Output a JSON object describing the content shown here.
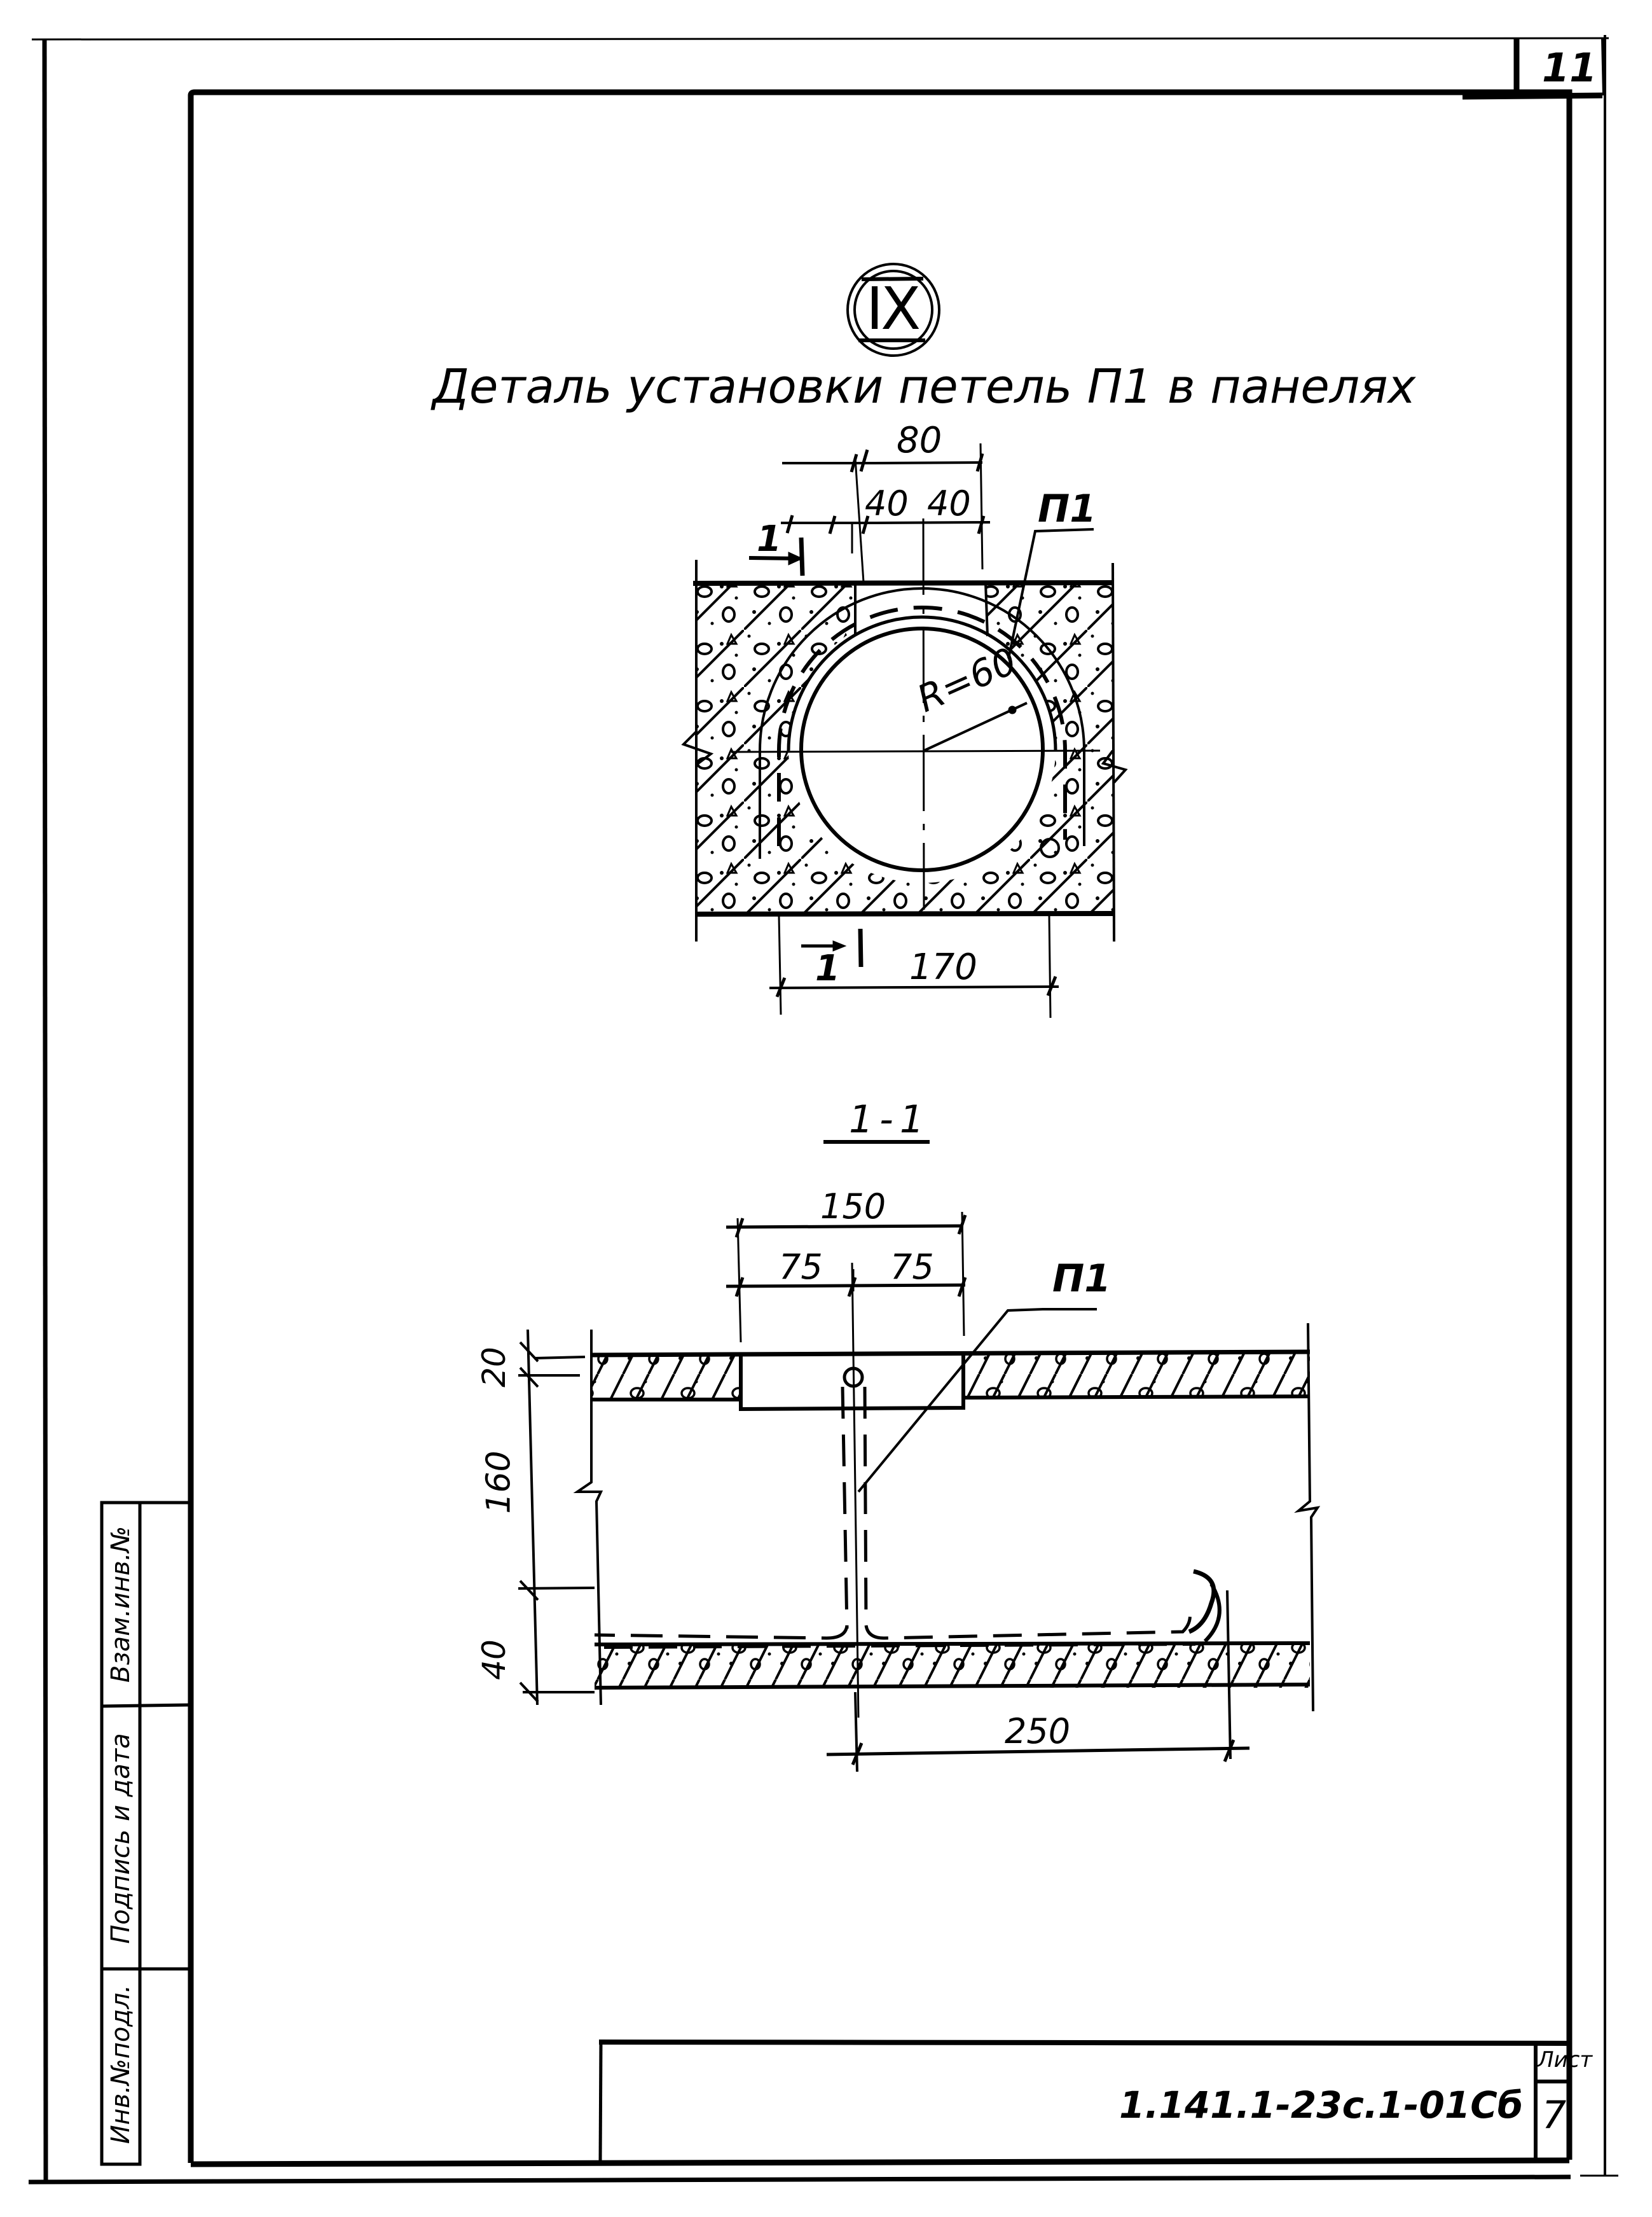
{
  "sheet": {
    "page_number": "11",
    "title": "Деталь установки петель П1 в панелях",
    "detail_marker": "IX",
    "ink_color": "#000000",
    "paper_color": "#ffffff"
  },
  "plan_view": {
    "dimensions": {
      "top_overall": "80",
      "top_left_half": "40",
      "top_right_half": "40",
      "radius": "R=60",
      "bottom_overall": "170"
    },
    "section_mark_top": "1",
    "section_mark_bottom": "1",
    "callout": "П1"
  },
  "section_view": {
    "label": "1-1",
    "dimensions": {
      "top_overall": "150",
      "top_left_half": "75",
      "top_right_half": "75",
      "top_slab_thickness": "20",
      "height": "160",
      "bottom_slab_thickness": "40",
      "loop_length": "250"
    },
    "callout": "П1"
  },
  "side_stamp": {
    "cells": [
      "Инв.№подл.",
      "Подпись и дата",
      "Взам.инв.№"
    ]
  },
  "title_block": {
    "document_code": "1.141.1-23с.1-01Сб",
    "sheet_label": "Лист",
    "sheet_number": "7"
  }
}
